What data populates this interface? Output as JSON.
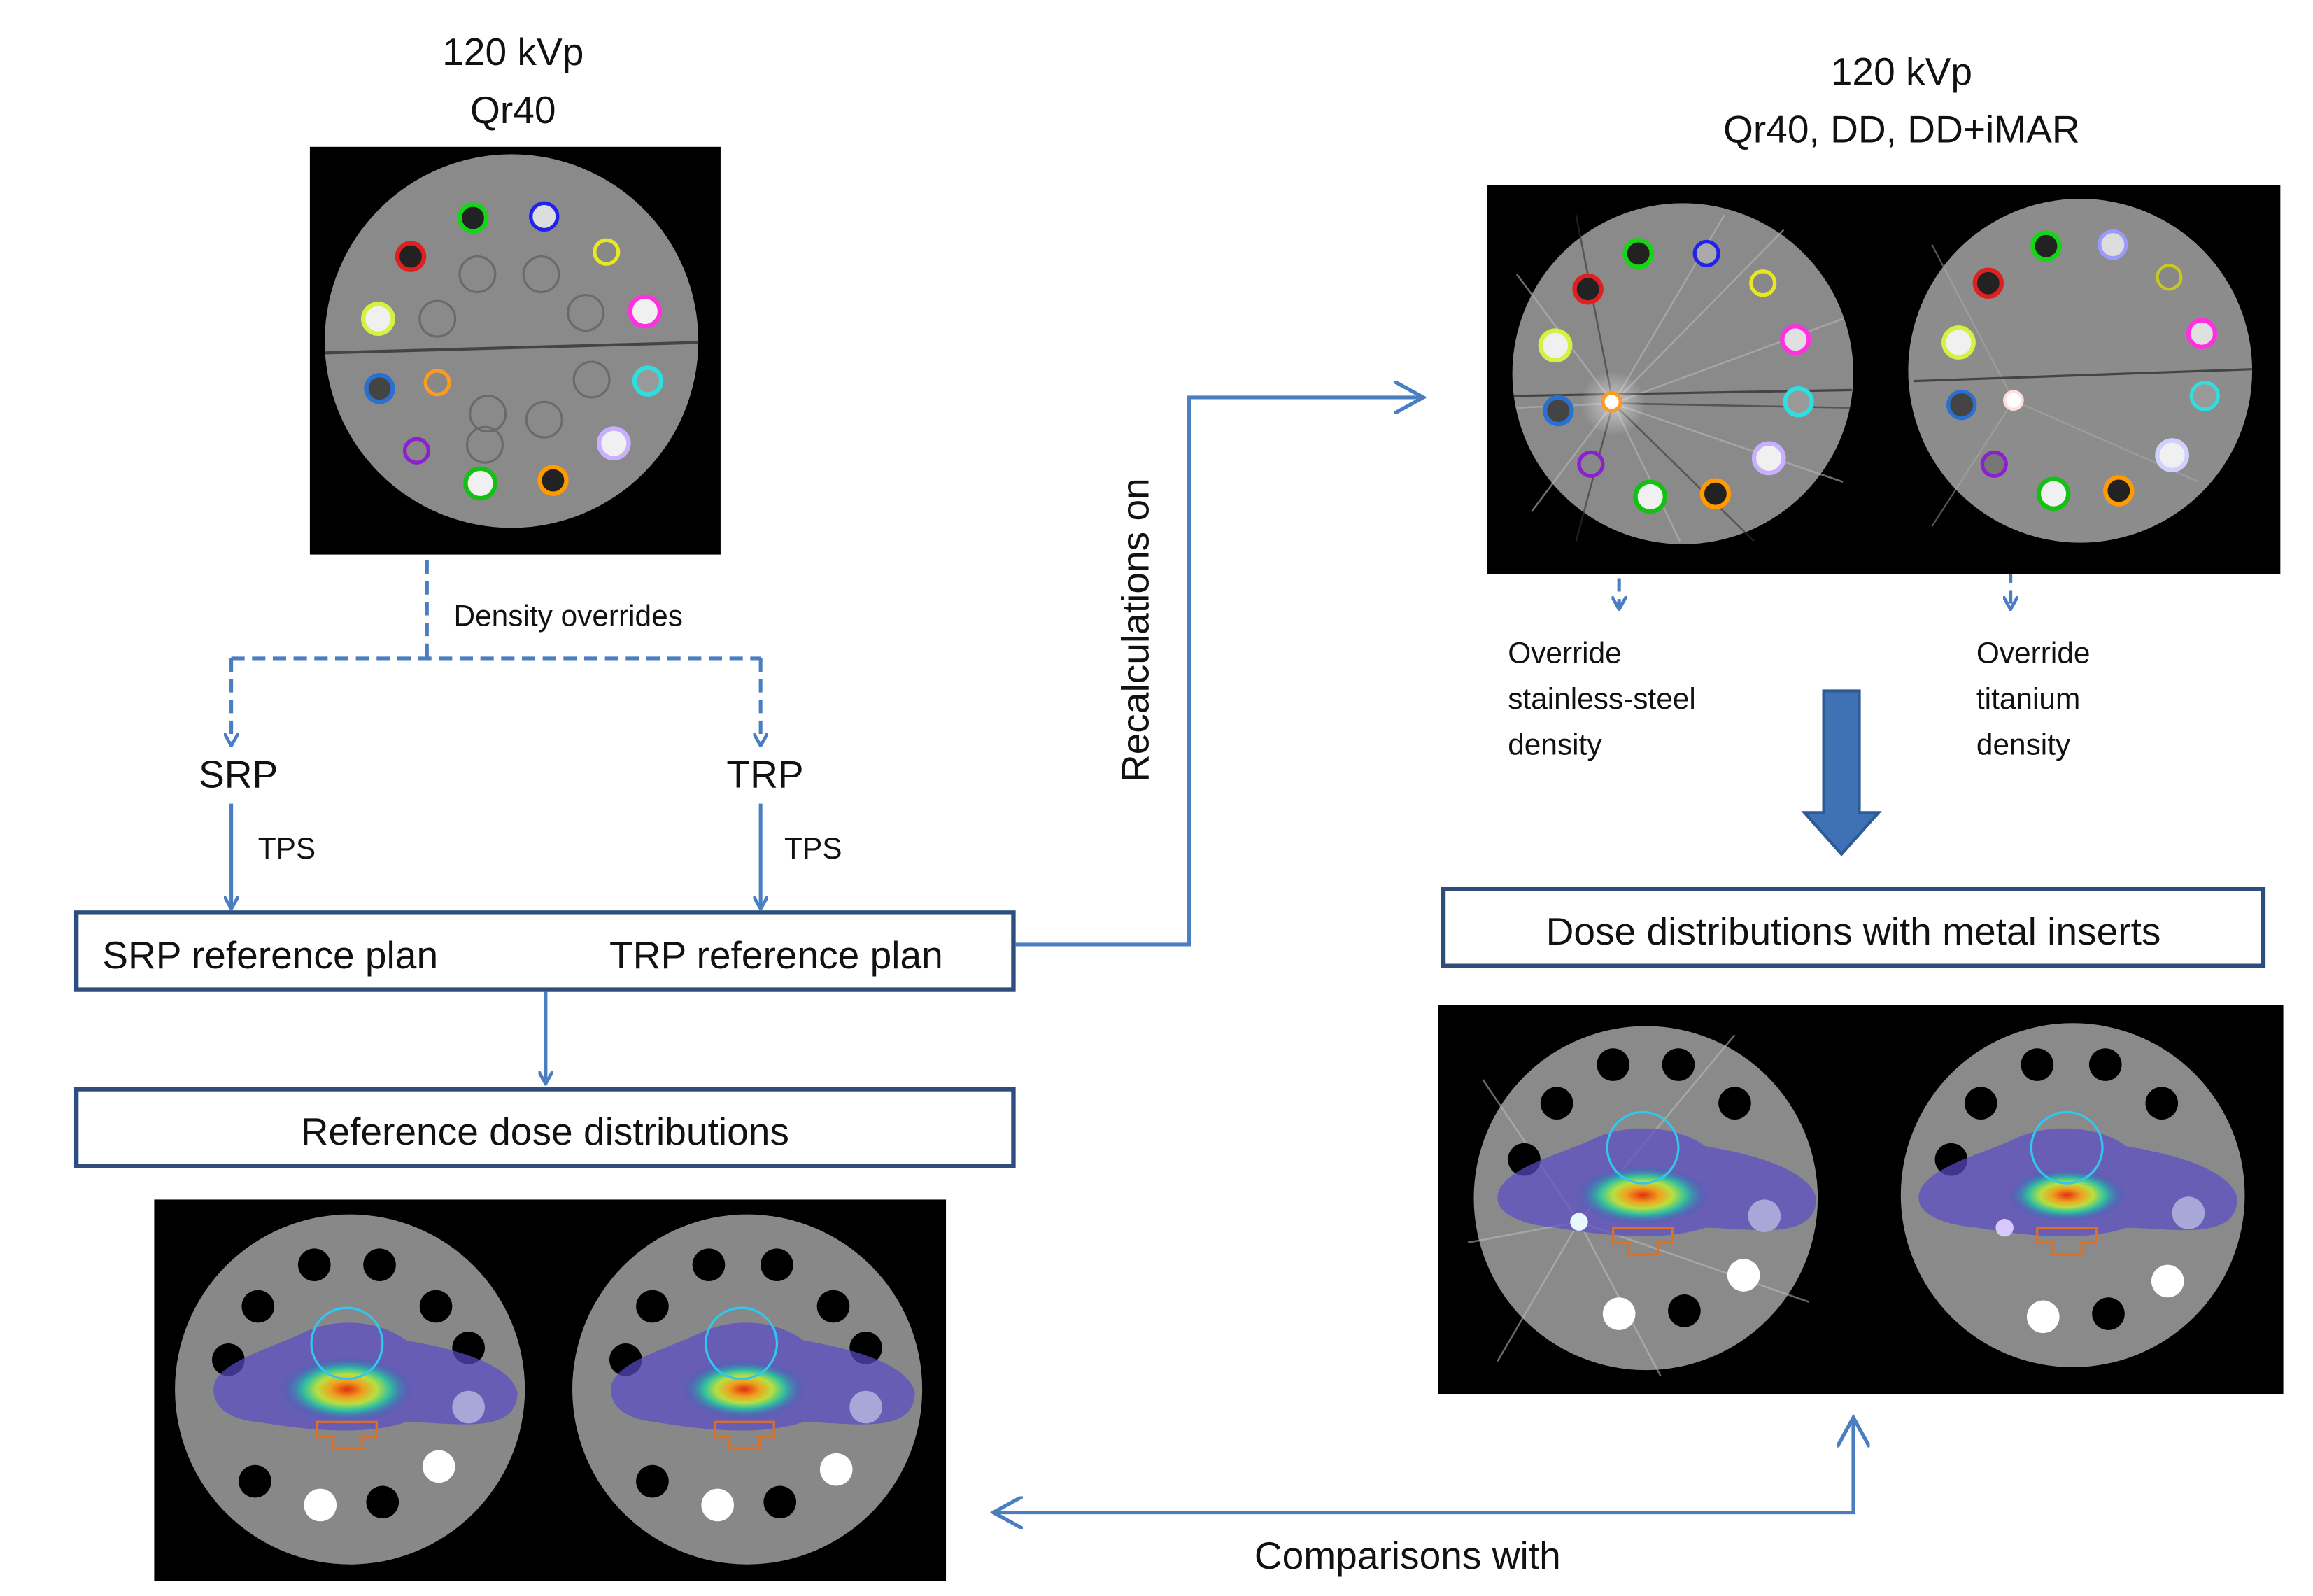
{
  "top_left": {
    "title_line1": "120 kVp",
    "title_line2": "Qr40"
  },
  "top_right": {
    "title_line1": "120 kVp",
    "title_line2": "Qr40, DD, DD+iMAR"
  },
  "labels": {
    "density_overrides": "Density overrides",
    "srp": "SRP",
    "trp": "TRP",
    "tps_left": "TPS",
    "tps_right": "TPS",
    "recalculations_on": "Recalculations  on",
    "comparisons_with": "Comparisons  with"
  },
  "override_left": [
    "Override",
    "stainless-steel",
    "density"
  ],
  "override_right": [
    "Override",
    "titanium",
    "density"
  ],
  "boxes": {
    "reference_plan_left": "SRP reference plan",
    "reference_plan_right": "TRP reference plan",
    "reference_dose": "Reference dose distributions",
    "metal_dose": "Dose distributions with metal inserts"
  },
  "colors": {
    "arrow": "#4a7ec0",
    "box_border": "#2e4d7d",
    "big_arrow": "#3f72b4"
  }
}
